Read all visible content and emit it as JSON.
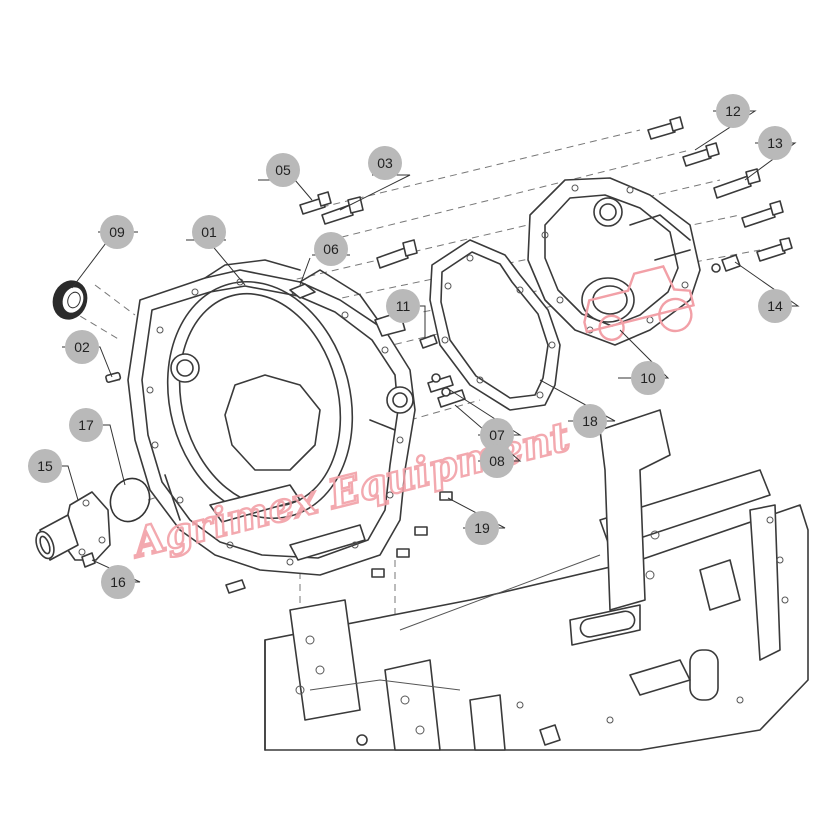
{
  "diagram": {
    "callouts": [
      "01",
      "02",
      "03",
      "05",
      "06",
      "07",
      "08",
      "09",
      "10",
      "11",
      "12",
      "13",
      "14",
      "15",
      "16",
      "17",
      "18",
      "19"
    ]
  },
  "watermark": {
    "text": "Agrimex Equipment",
    "color": "#f2a0a7"
  },
  "colors": {
    "line": "#3a3a3a",
    "callout_bubble": "#b9b9b9"
  }
}
